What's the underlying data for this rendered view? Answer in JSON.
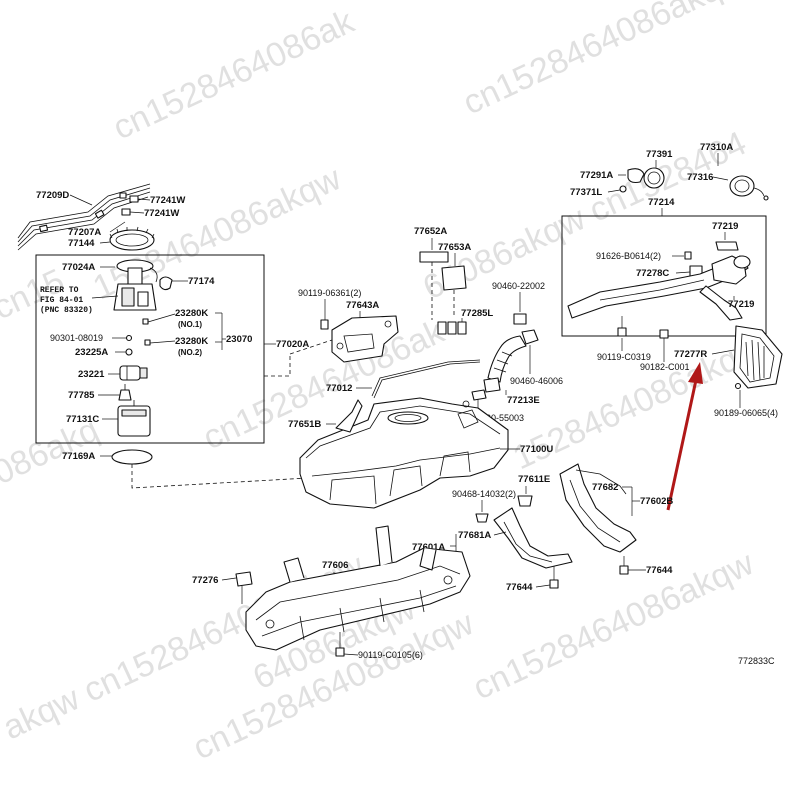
{
  "watermark": {
    "lines": [
      "cn1528464086ak",
      "cn1528464086akqw cn1",
      "1528464086akqw",
      "cn15",
      "64086akqw cn1528464",
      "086akq",
      "cn1528464086ak",
      "1528464086akqw",
      "akqw cn1528464086akqw",
      "cn1528464086akqw",
      "64086akqw",
      "cn1528464086akqw"
    ]
  },
  "callouts": {
    "p77209D": "77209D",
    "p77241W_a": "77241W",
    "p77241W_b": "77241W",
    "p77207A": "77207A",
    "p77144": "77144",
    "p77024A": "77024A",
    "p77174": "77174",
    "refer_line1": "REFER TO",
    "refer_line2": "FIG 84-01",
    "refer_line3": "(PNC 83320)",
    "p23280K_1": "23280K",
    "no1": "(NO.1)",
    "p23070": "23070",
    "p90301": "90301-08019",
    "p23280K_2": "23280K",
    "no2": "(NO.2)",
    "p23225A": "23225A",
    "p23221": "23221",
    "p77785": "77785",
    "p77131C": "77131C",
    "p77169A": "77169A",
    "p77020A": "77020A",
    "p90119_06361": "90119-06361(2)",
    "p77643A": "77643A",
    "p77652A": "77652A",
    "p77653A": "77653A",
    "p90460_22002": "90460-22002",
    "p77285L": "77285L",
    "p77012": "77012",
    "p90460_46006": "90460-46006",
    "p77213E": "77213E",
    "p90460_55003": "90460-55003",
    "p77651B": "77651B",
    "p77100U": "77100U",
    "p77391": "77391",
    "p77310A": "77310A",
    "p77291A": "77291A",
    "p77316": "77316",
    "p77371L": "77371L",
    "p77214": "77214",
    "p77219_a": "77219",
    "p91626": "91626-B0614(2)",
    "p77278C": "77278C",
    "p77219_b": "77219",
    "p90119_C0319": "90119-C0319",
    "p77277R": "77277R",
    "p90182": "90182-C001",
    "p90189": "90189-06065(4)",
    "p90468": "90468-14032(2)",
    "p77611E": "77611E",
    "p77682": "77682",
    "p77602B": "77602B",
    "p77601A": "77601A",
    "p77681A": "77681A",
    "p77644_a": "77644",
    "p77644_b": "77644",
    "p77276": "77276",
    "p77606": "77606",
    "p90119_C0105": "90119-C0105(6)",
    "diagram_code": "772833C"
  },
  "colors": {
    "line": "#111111",
    "arrow": "#b01818",
    "watermark": "#c8c8c8",
    "background": "#ffffff"
  }
}
